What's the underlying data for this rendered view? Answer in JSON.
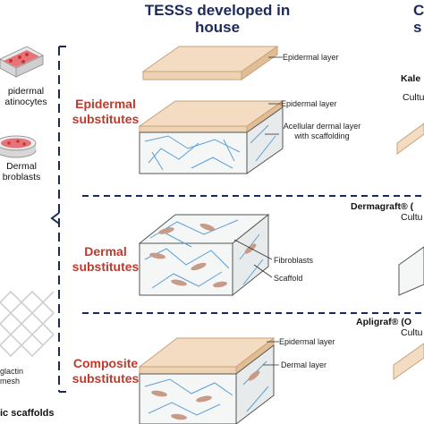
{
  "header": {
    "title_line1": "TESSs developed in",
    "title_line2": "house",
    "right_title_line1": "C",
    "right_title_line2": "s"
  },
  "left_panel": {
    "epidermal_cells_line1": "pidermal",
    "epidermal_cells_line2": "atinocytes",
    "dermal_cells_line1": "Dermal",
    "dermal_cells_line2": "broblasts",
    "mesh_line1": "glactin",
    "mesh_line2": "mesh",
    "bottom_label": "ic scaffolds"
  },
  "categories": {
    "epidermal_line1": "Epidermal",
    "epidermal_line2": "substitutes",
    "dermal_line1": "Dermal",
    "dermal_line2": "substitutes",
    "composite_line1": "Composite",
    "composite_line2": "substitutes"
  },
  "labels": {
    "epidermal_layer_1": "Epidermal layer",
    "epidermal_layer_2": "Epidermal layer",
    "acellular_line1": "Acellular dermal layer",
    "acellular_line2": "with scaffolding",
    "fibroblasts": "Fibroblasts",
    "scaffold": "Scaffold",
    "epidermal_layer_3": "Epidermal layer",
    "dermal_layer": "Dermal layer"
  },
  "right_panel": {
    "kale": "Kale",
    "cultu": "Cultu",
    "dermagraft": "Dermagraft® (",
    "cultu2": "Cultu",
    "apligraf": "Apligraf® (O",
    "cultu3": "Cultu"
  },
  "colors": {
    "navy": "#1b2a5a",
    "category_red": "#c0392b",
    "epidermis": "#f3dcc2",
    "epidermis_side": "#e7c39c",
    "matrix": "#f4f6f6",
    "fiber": "#5b9fd6",
    "cell": "#c89a88"
  }
}
